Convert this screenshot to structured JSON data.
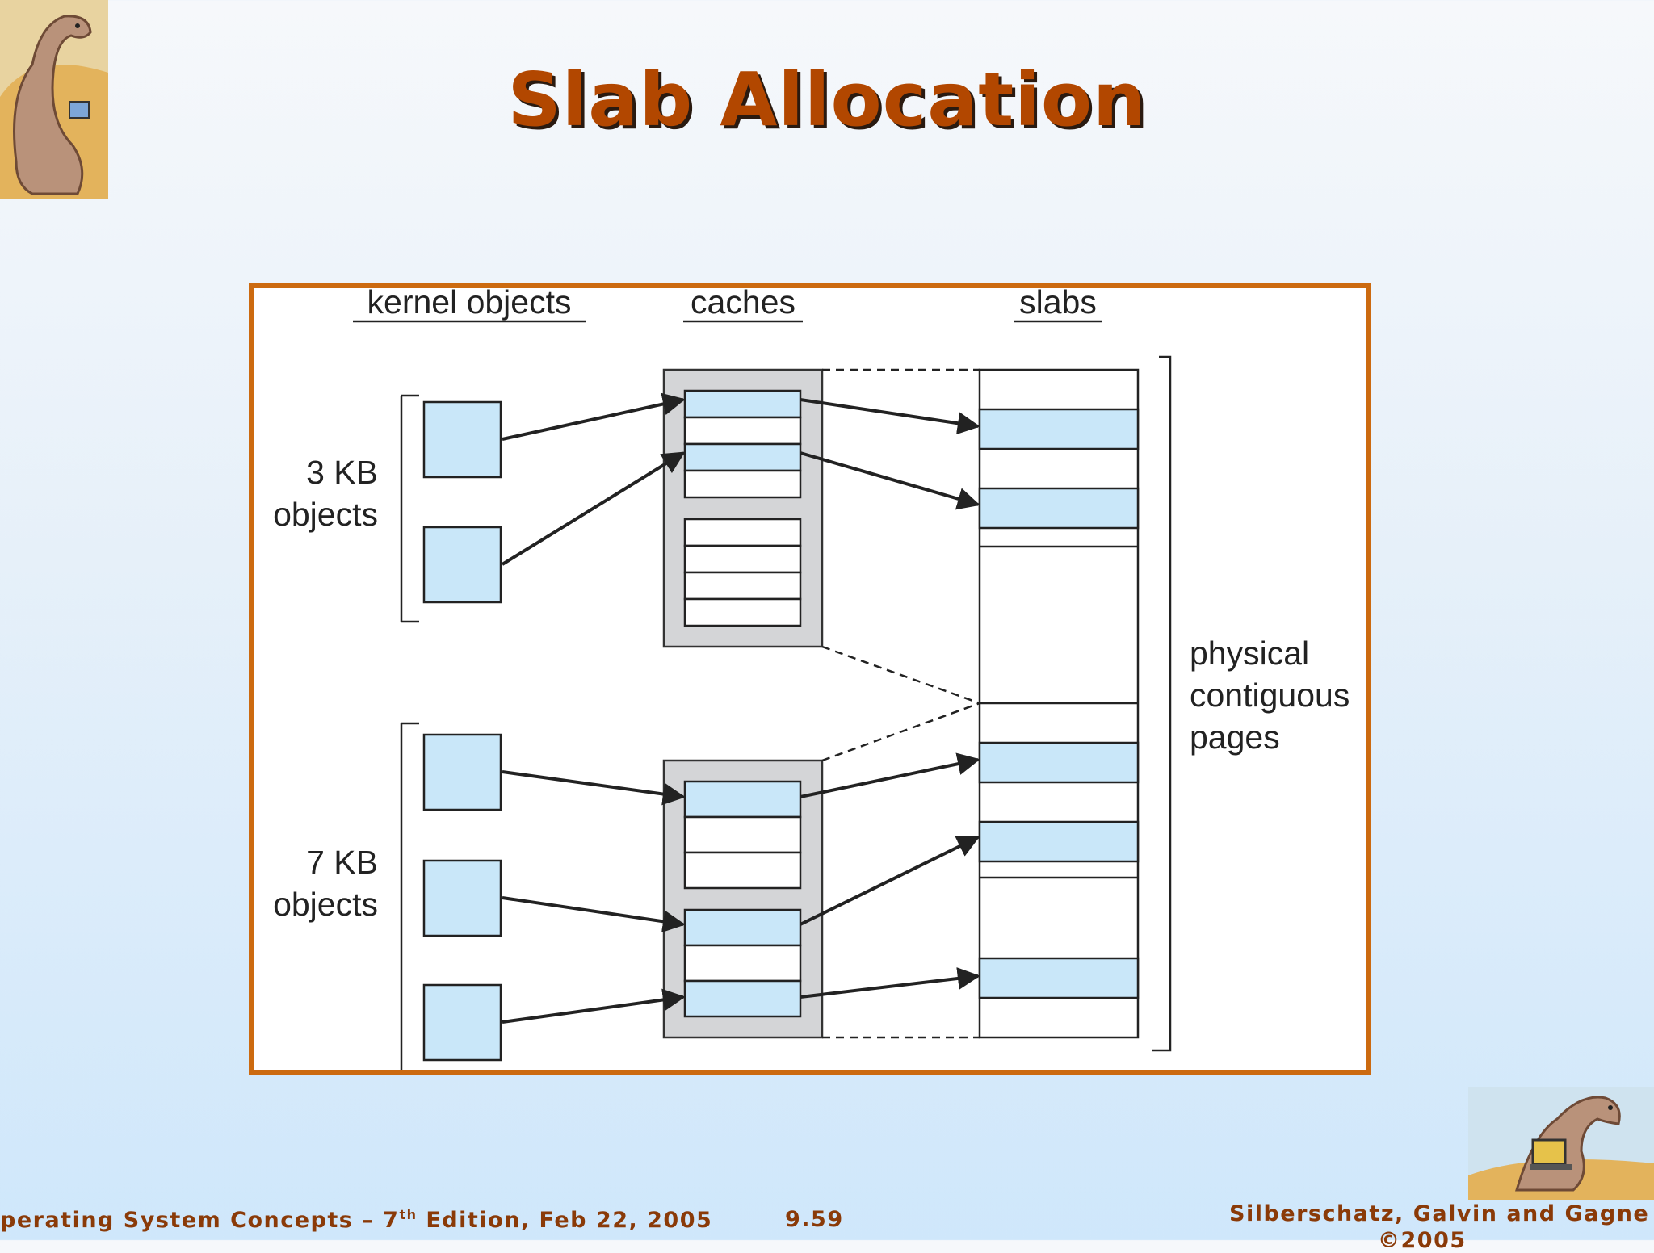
{
  "slide": {
    "title": "Slab Allocation"
  },
  "diagram": {
    "column_headers": {
      "kernel_objects": "kernel objects",
      "caches": "caches",
      "slabs": "slabs"
    },
    "groups": [
      {
        "size_label": "3 KB",
        "objects_label": "objects"
      },
      {
        "size_label": "7 KB",
        "objects_label": "objects"
      }
    ],
    "pages_label": [
      "physical",
      "contiguous",
      "pages"
    ]
  },
  "footer": {
    "left_pre": "perating System Concepts – 7",
    "left_sup": "th",
    "left_post": " Edition, Feb 22, 2005",
    "page_number": "9.59",
    "authors": "Silberschatz, Galvin and Gagne",
    "copyright": "©2005"
  },
  "colors": {
    "title": "#b24700",
    "frame_border": "#cc6a10",
    "object_fill": "#c9e7f9",
    "cache_fill": "#d4d5d7",
    "footer_text": "#8a3a08"
  }
}
